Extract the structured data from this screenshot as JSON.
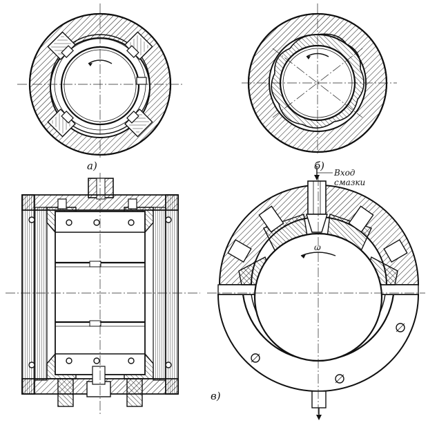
{
  "labels": {
    "a": "а)",
    "b": "б)",
    "v": "в)",
    "oil_inlet_line1": "Вход",
    "oil_inlet_line2": "смазки",
    "omega": "ω"
  },
  "colors": {
    "ink": "#111111",
    "paper": "#ffffff"
  }
}
